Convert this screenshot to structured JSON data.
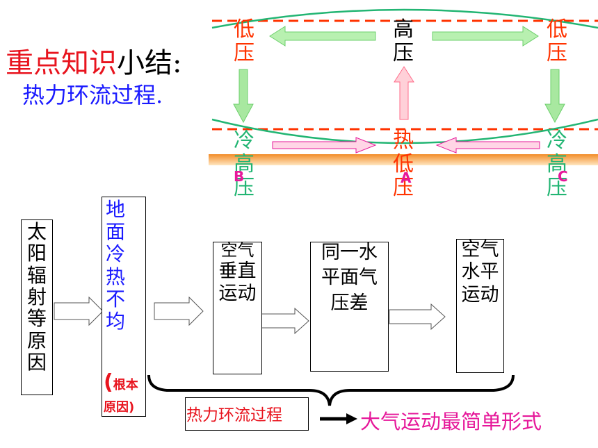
{
  "title": {
    "part_red": "重点知识",
    "part_black": "小结:",
    "subtitle": "热力环流过程."
  },
  "diagram": {
    "top_left": [
      "低",
      "压"
    ],
    "top_center": [
      "高",
      "压"
    ],
    "top_right": [
      "低",
      "压"
    ],
    "bottom_left": [
      "冷",
      "高",
      "压"
    ],
    "bottom_center": [
      "热",
      "低",
      "压"
    ],
    "bottom_right": [
      "冷",
      "高",
      "压"
    ],
    "point_b": "B",
    "point_a": "A",
    "point_c": "C"
  },
  "flow": {
    "box1": [
      "太",
      "阳",
      "辐",
      "射",
      "等",
      "原",
      "因"
    ],
    "box2": [
      "地",
      "面",
      "冷",
      "热",
      "不",
      "均"
    ],
    "box2_note_paren": "(",
    "box2_note_a": "根本",
    "box2_note_b": "原因)",
    "box3": [
      "空气",
      "垂直",
      "运动"
    ],
    "box4": [
      "同一水",
      "平面气",
      "压差"
    ],
    "box5": [
      "空气",
      "水平",
      "运动"
    ],
    "summary_label": "热力环流过程",
    "conclusion": "大气运动最简单形式"
  },
  "colors": {
    "red": "#e8141e",
    "blue": "#1a1aff",
    "green": "#22b573",
    "orange_red": "#ff3300",
    "magenta": "#e6189a",
    "pale_green": "#b8f0b0",
    "ground": "#f7b24a"
  }
}
